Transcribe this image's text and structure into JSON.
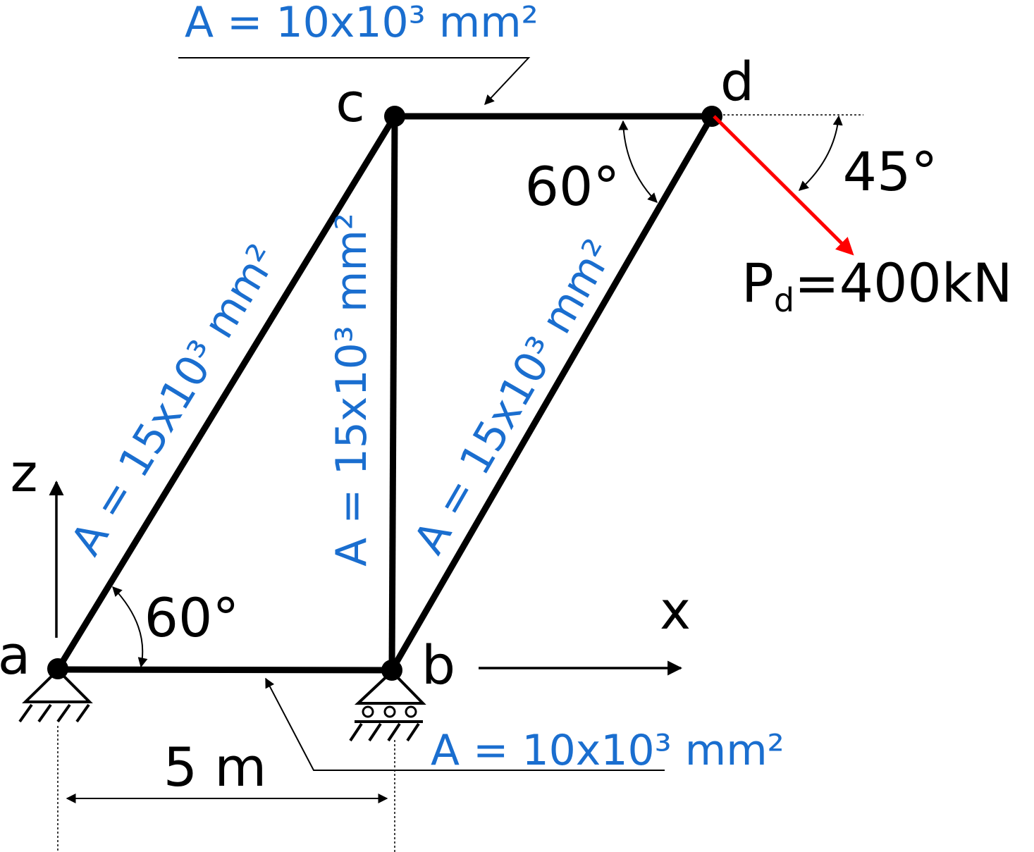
{
  "colors": {
    "member": "#000000",
    "area_label": "#1a6ecf",
    "load": "#ff0000"
  },
  "nodes": {
    "a": "a",
    "b": "b",
    "c": "c",
    "d": "d"
  },
  "axes": {
    "z": "z",
    "x": "x"
  },
  "areas": {
    "ab": "A = 10x10³ mm²",
    "cd": "A = 10x10³ mm²",
    "ac": "A = 15x10³ mm²",
    "bc": "A = 15x10³ mm²",
    "bd": "A = 15x10³ mm²"
  },
  "angles": {
    "at_a": "60°",
    "at_d": "60°",
    "load": "45°"
  },
  "load": {
    "symbol": "P",
    "subscript": "d",
    "value": "=400kN"
  },
  "dimension": {
    "ab_length": "5 m"
  },
  "icons": {
    "support_a": "pin-support-icon",
    "support_b": "roller-support-icon"
  }
}
